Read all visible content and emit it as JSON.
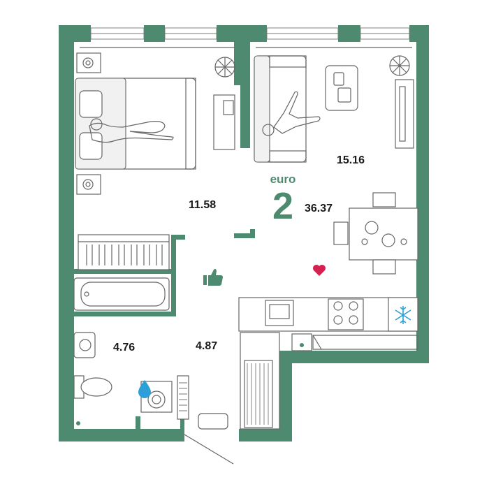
{
  "plan": {
    "type_label": "euro",
    "rooms_count": "2",
    "total_area": "36.37",
    "areas": {
      "living_kitchen": "15.16",
      "bedroom": "11.58",
      "hall": "4.87",
      "bathroom": "4.76"
    }
  },
  "colors": {
    "wall": "#4e8a70",
    "accent_green": "#4e8a70",
    "heart": "#d6204f",
    "drop": "#2a9fd8",
    "snowflake": "#2a9fd8",
    "line": "#555555"
  },
  "icons": [
    "thumbs-up-icon",
    "heart-icon",
    "water-drop-icon",
    "snowflake-icon",
    "plant-icon"
  ]
}
